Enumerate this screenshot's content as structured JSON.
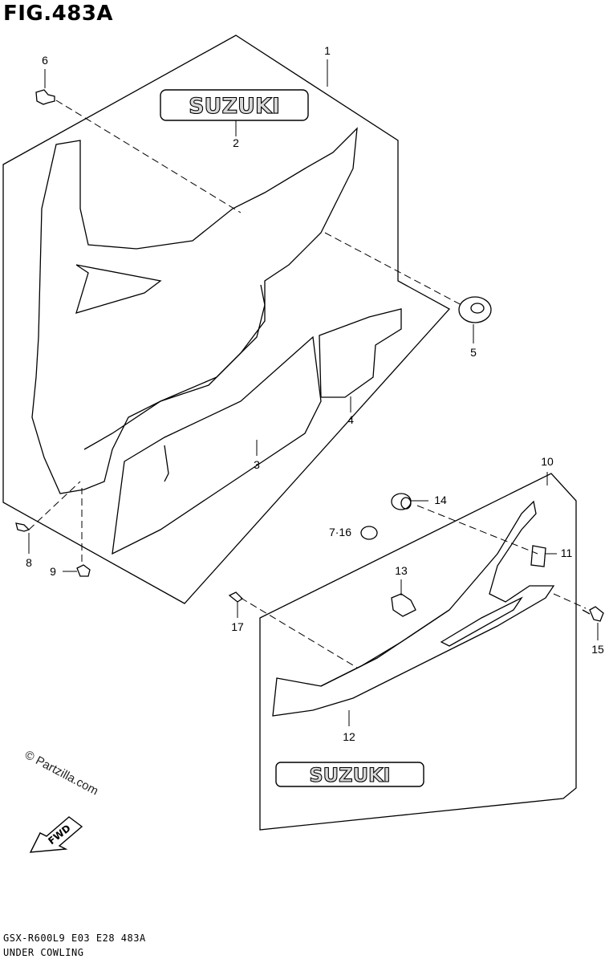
{
  "figure": {
    "title": "FIG.483A",
    "model_code": "GSX-R600L9  E03  E28  483A",
    "section": "UNDER COWLING",
    "watermark": "© Partzilla.com",
    "direction_label": "FWD",
    "brand_logo": "SUZUKI"
  },
  "callouts": [
    "1",
    "2",
    "3",
    "4",
    "5",
    "6",
    "7·16",
    "8",
    "9",
    "10",
    "11",
    "12",
    "13",
    "14",
    "15",
    "17"
  ],
  "colors": {
    "line": "#000000",
    "background": "#ffffff",
    "logo_fill": "#d8d8d8"
  }
}
